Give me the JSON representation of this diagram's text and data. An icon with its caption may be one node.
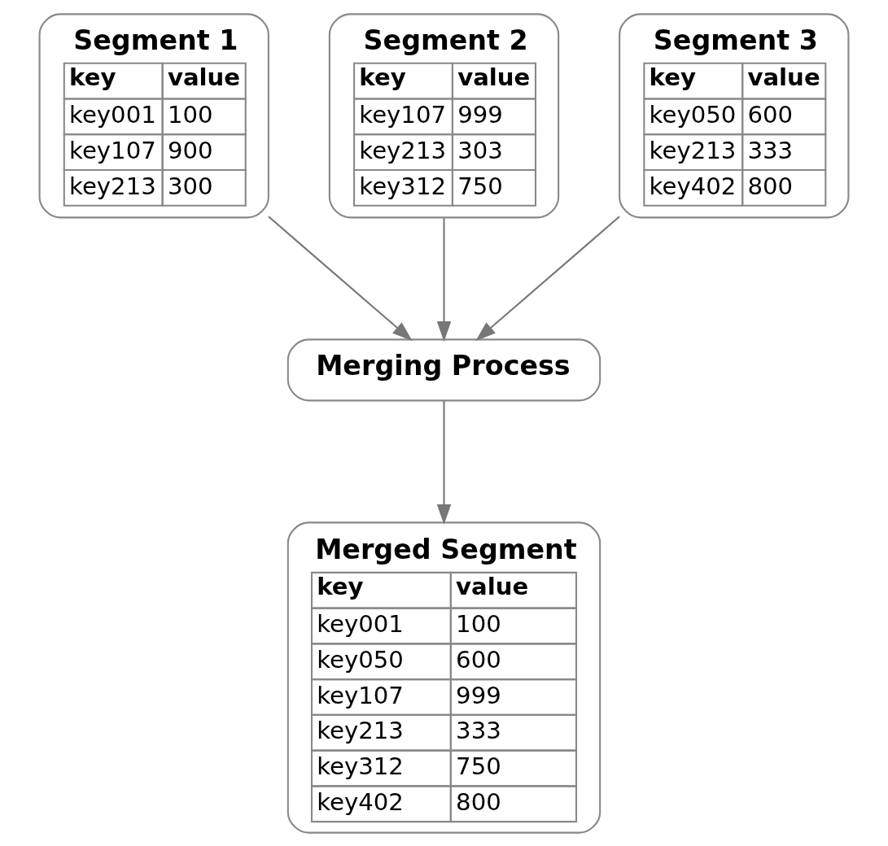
{
  "diagram": {
    "nodes": [
      {
        "text": [
          "Segment 1",
          "key",
          "value",
          "key001",
          "100",
          "key107",
          "900",
          "key213",
          "300"
        ]
      },
      {
        "text": [
          "Segment 2",
          "key",
          "value",
          "key107",
          "999",
          "key213",
          "303",
          "key312",
          "750"
        ]
      },
      {
        "text": [
          "Segment 3",
          "key",
          "value",
          "key050",
          "600",
          "key213",
          "333",
          "key402",
          "800"
        ]
      },
      {
        "text": [
          "Merging Process"
        ]
      },
      {
        "text": [
          "Merged Segment",
          "key",
          "value",
          "key001",
          "100",
          "key050",
          "600",
          "key107",
          "999",
          "key213",
          "333",
          "key312",
          "750",
          "key402",
          "800"
        ]
      }
    ],
    "edges": [
      {
        "from": 0,
        "to": 3,
        "arrow": "to"
      },
      {
        "from": 1,
        "to": 3,
        "arrow": "to"
      },
      {
        "from": 2,
        "to": 3,
        "arrow": "to"
      },
      {
        "from": 3,
        "to": 4,
        "arrow": "to"
      }
    ]
  }
}
